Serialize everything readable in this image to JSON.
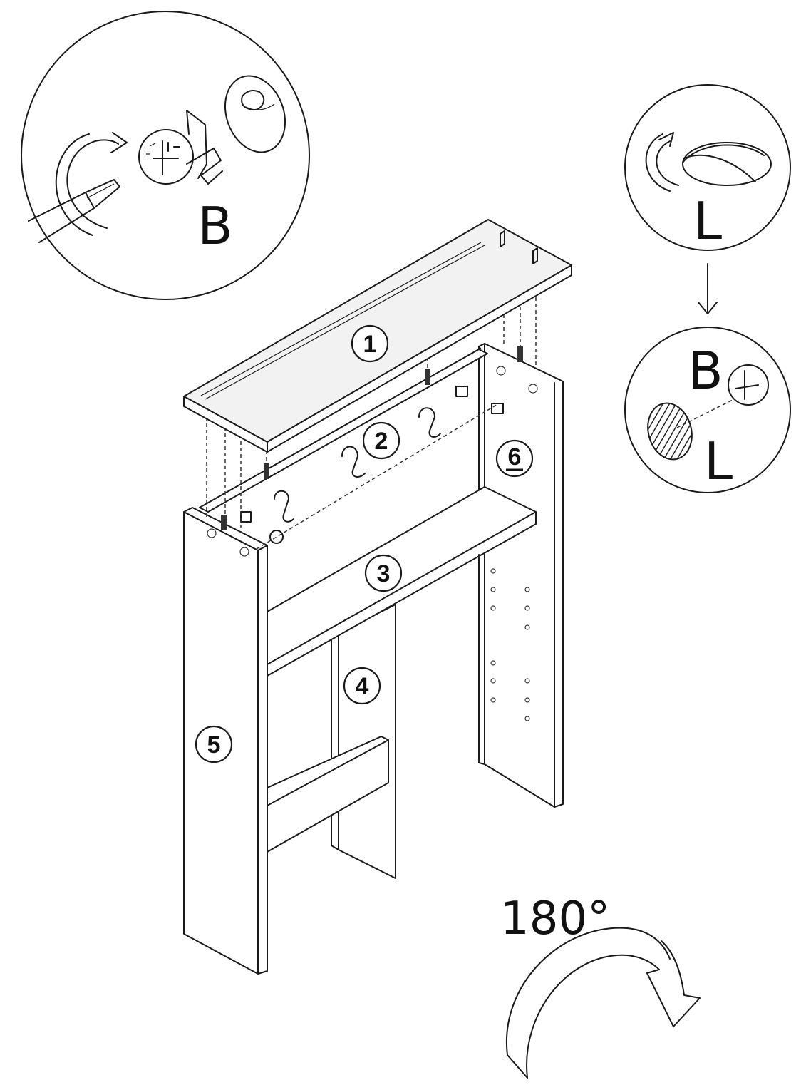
{
  "labels": {
    "detail_top_left": "B",
    "detail_right_top": "L",
    "detail_right_bottom_top": "B",
    "detail_right_bottom_bottom": "L",
    "rotation": "180°"
  },
  "part_tags": [
    {
      "id": "part-1",
      "text": "1"
    },
    {
      "id": "part-2",
      "text": "2"
    },
    {
      "id": "part-3",
      "text": "3"
    },
    {
      "id": "part-4",
      "text": "4"
    },
    {
      "id": "part-5",
      "text": "5"
    },
    {
      "id": "part-6",
      "text": "6",
      "underline": true
    }
  ],
  "colors": {
    "line": "#1a1a1a",
    "background": "#ffffff"
  }
}
